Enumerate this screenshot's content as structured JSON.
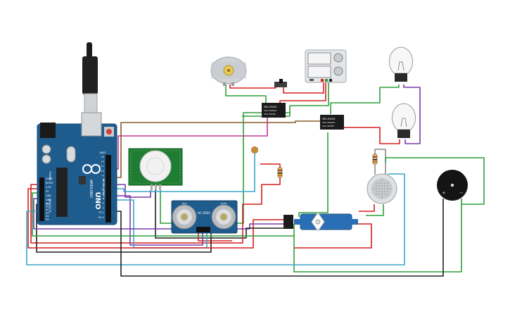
{
  "arduino": {
    "brand": "ARDUINO",
    "model": "UNO",
    "label_aref": "AREF",
    "label_gnd": "GND",
    "label_power": "POWER",
    "label_analog": "ANALOG IN",
    "label_digital": "DIGITAL (PWM~)",
    "power_pins": [
      "IOREF",
      "RESET",
      "3.3V",
      "5V",
      "GND",
      "GND",
      "Vin"
    ],
    "analog_pins": [
      "A0",
      "A1",
      "A2",
      "A3",
      "A4",
      "A5"
    ],
    "digital_pins": [
      "13",
      "12",
      "~11",
      "~10",
      "~9",
      "8",
      "7",
      "~6",
      "~5",
      "4",
      "~3",
      "2",
      "TX 1",
      "RX 0"
    ]
  },
  "ultrasonic": {
    "model": "HC-SR04",
    "left_mark": "TRIG",
    "right_mark": "ECHO"
  },
  "relay_1": {
    "line1": "SRD-05VDC",
    "line2": "10A 250VAC",
    "line3": "10A 30VDC"
  },
  "relay_2": {
    "line1": "SRD-05VDC",
    "line2": "10A 250VAC",
    "line3": "10A 30VDC"
  },
  "buzzer": {
    "plus": "+",
    "minus": "−"
  },
  "colors": {
    "wire_red": "#d61f1f",
    "wire_green": "#2f9e3a",
    "wire_black": "#202020",
    "wire_blue": "#3aa6c9",
    "wire_purple": "#7a3aa8",
    "wire_magenta": "#c2379a",
    "wire_brown": "#8a5a2b",
    "board_blue": "#1f5c8e",
    "pir_green": "#1e7d32",
    "servo_blue": "#2a6fb5"
  }
}
